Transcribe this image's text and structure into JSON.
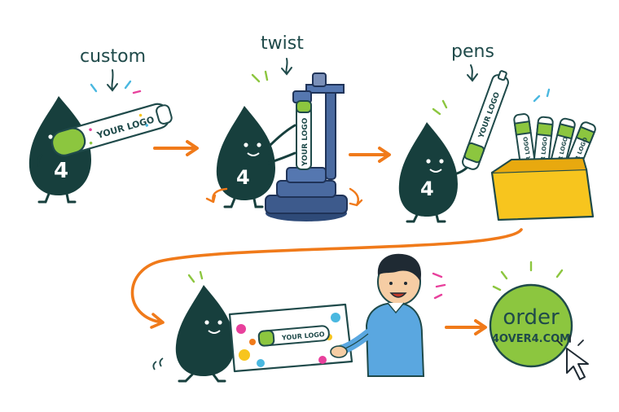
{
  "steps": {
    "custom": {
      "label": "custom",
      "logo_text": "YOUR LOGO",
      "badge": "4"
    },
    "twist": {
      "label": "twist",
      "logo_text": "YOUR LOGO",
      "badge": "4"
    },
    "pens": {
      "label": "pens",
      "logo_text": "YOUR LOGO",
      "badge": "4",
      "box_pens": [
        "YOUR LOGO",
        "YOUR LOGO",
        "YOUR LOGO",
        "YOUR LOGO"
      ]
    },
    "deliver": {
      "logo_text": "YOUR LOGO"
    },
    "order": {
      "word": "order",
      "site": "4OVER4.COM"
    }
  },
  "colors": {
    "mascot": "#173f3d",
    "accent_green": "#8cc63f",
    "arrow_orange": "#f07a1a",
    "box_yellow": "#f7c51e",
    "press_blue": "#3d5a8c",
    "shirt_blue": "#5aa7e0",
    "circle_green": "#8cc63f"
  },
  "icons": [
    "cursor-arrow-icon",
    "sparkle-icon"
  ]
}
